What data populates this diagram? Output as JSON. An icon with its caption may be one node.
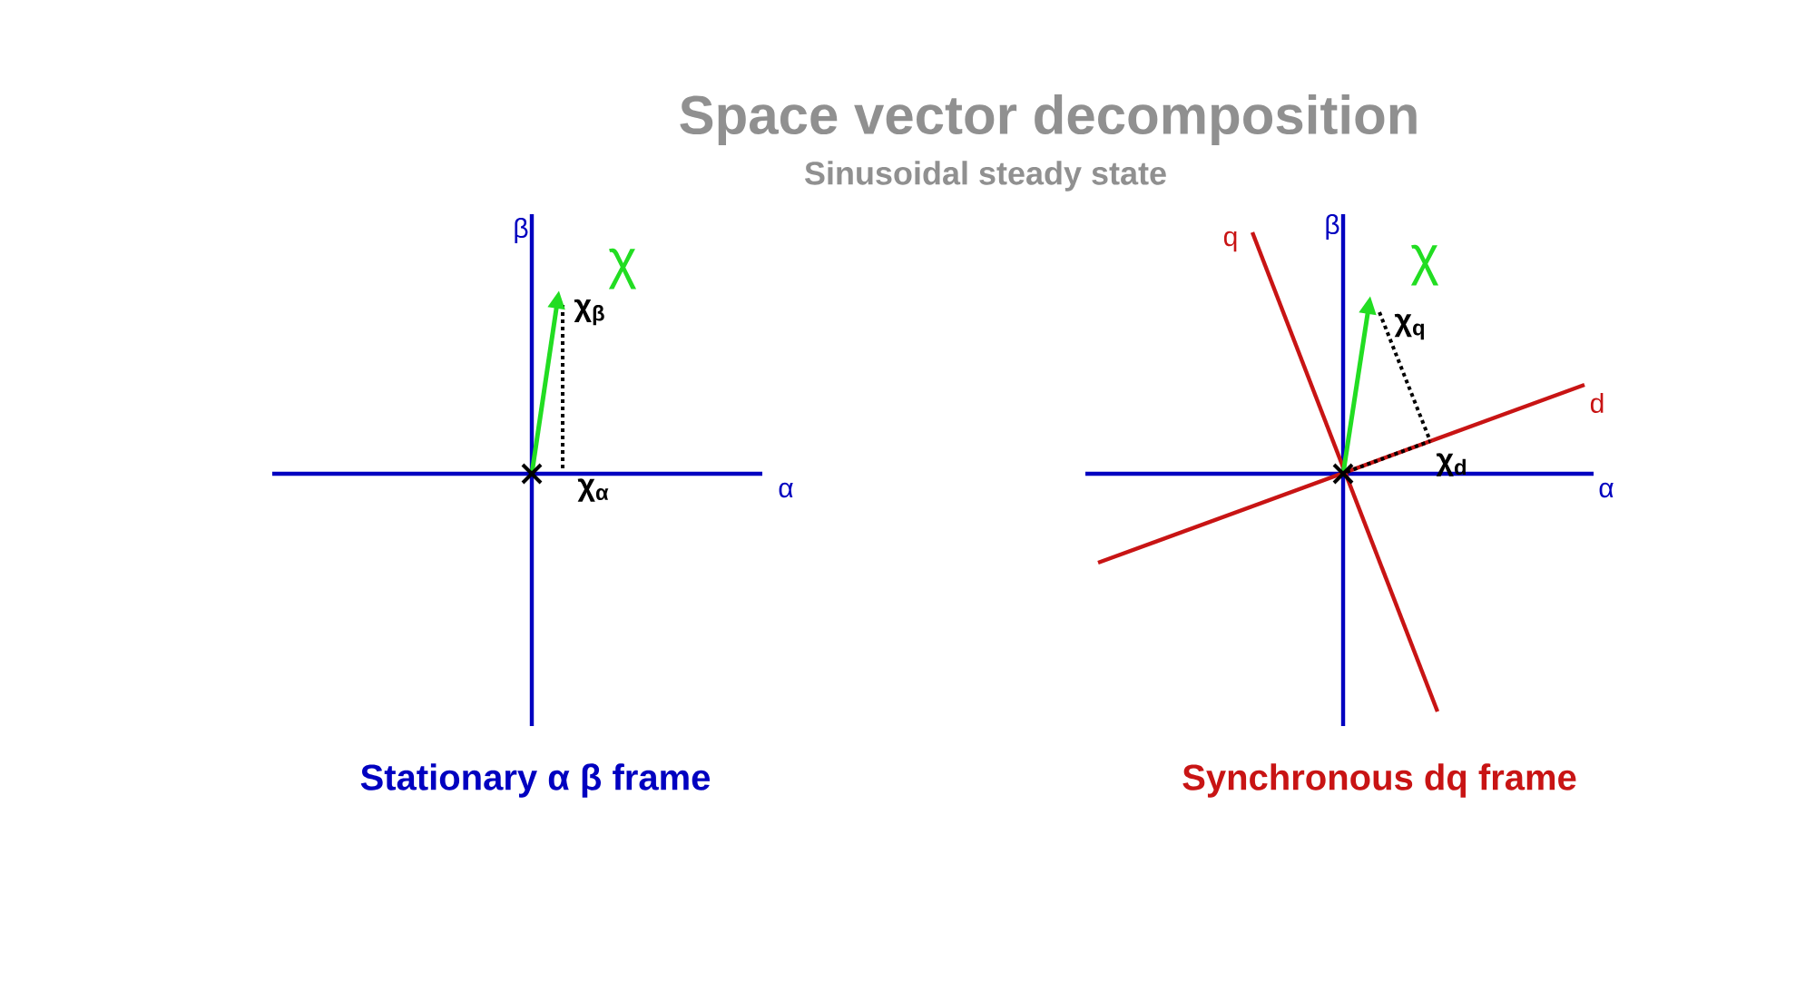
{
  "diagram": {
    "title": "Space vector decomposition",
    "labels": [
      "Sinusoidal steady state",
      "β",
      "χ",
      "χ$_{β}$",
      "α",
      "χ$_{α}$",
      "q",
      "β",
      "χ",
      "χ$_{q}$",
      "d",
      "χ$_{d}$",
      "α",
      "Stationary α β frame",
      "Synchronous dq frame"
    ]
  }
}
